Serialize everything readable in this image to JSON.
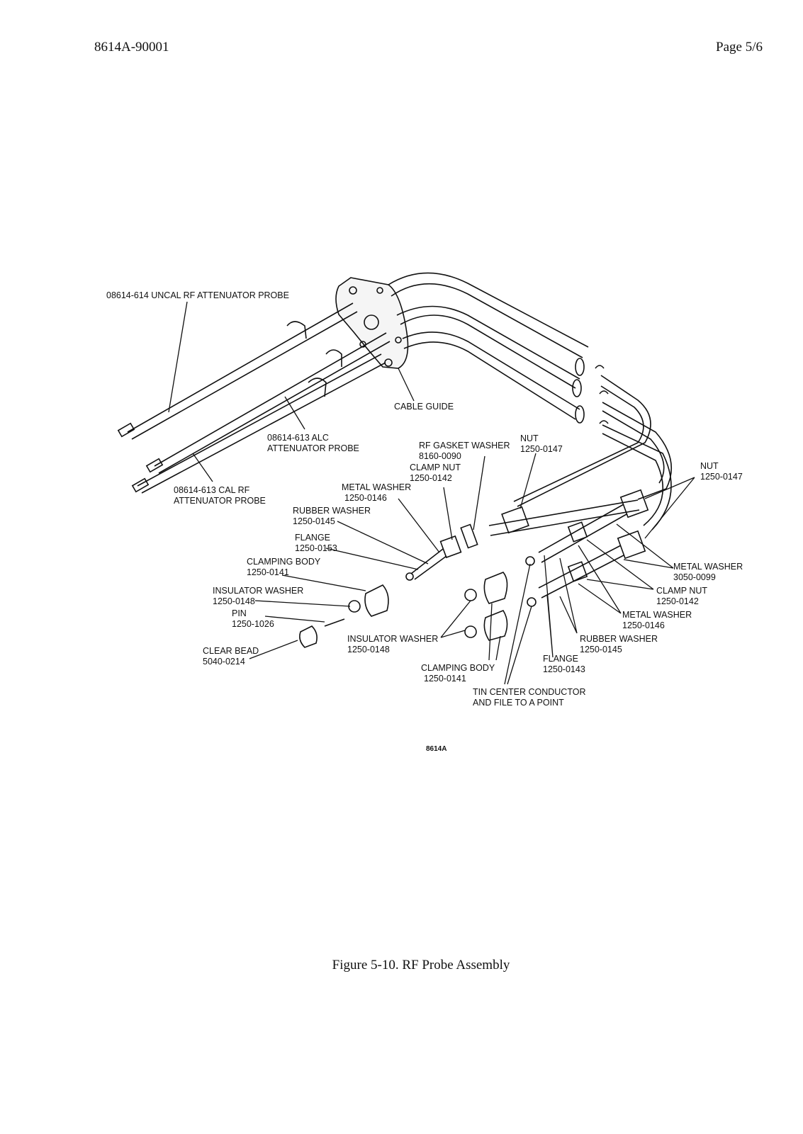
{
  "header": {
    "doc_number": "8614A-90001",
    "page": "Page 5/6"
  },
  "figure": {
    "labels": {
      "uncal_probe": "08614-614 UNCAL RF ATTENUATOR PROBE",
      "cable_guide": "CABLE GUIDE",
      "alc_probe_1": "08614-613 ALC",
      "alc_probe_2": "ATTENUATOR PROBE",
      "cal_probe_1": "08614-613 CAL RF",
      "cal_probe_2": "ATTENUATOR PROBE",
      "rf_gasket_1": "RF GASKET WASHER",
      "rf_gasket_2": "8160-0090",
      "nut_a_1": "NUT",
      "nut_a_2": "1250-0147",
      "nut_b_1": "NUT",
      "nut_b_2": "1250-0147",
      "clamp_nut_a_1": "CLAMP NUT",
      "clamp_nut_a_2": "1250-0142",
      "metal_washer_a_1": "METAL WASHER",
      "metal_washer_a_2": "1250-0146",
      "rubber_washer_a_1": "RUBBER WASHER",
      "rubber_washer_a_2": "1250-0145",
      "flange_a_1": "FLANGE",
      "flange_a_2": "1250-0153",
      "clamping_body_a_1": "CLAMPING BODY",
      "clamping_body_a_2": "1250-0141",
      "insulator_washer_a_1": "INSULATOR WASHER",
      "insulator_washer_a_2": "1250-0148",
      "pin_1": "PIN",
      "pin_2": "1250-1026",
      "clear_bead_1": "CLEAR BEAD",
      "clear_bead_2": "5040-0214",
      "insulator_washer_b_1": "INSULATOR WASHER",
      "insulator_washer_b_2": "1250-0148",
      "clamping_body_b_1": "CLAMPING BODY",
      "clamping_body_b_2": "1250-0141",
      "metal_washer_b_1": "METAL WASHER",
      "metal_washer_b_2": "3050-0099",
      "clamp_nut_b_1": "CLAMP NUT",
      "clamp_nut_b_2": "1250-0142",
      "metal_washer_c_1": "METAL WASHER",
      "metal_washer_c_2": "1250-0146",
      "rubber_washer_b_1": "RUBBER WASHER",
      "rubber_washer_b_2": "1250-0145",
      "flange_b_1": "FLANGE",
      "flange_b_2": "1250-0143",
      "tin_center_1": "TIN CENTER CONDUCTOR",
      "tin_center_2": "AND FILE TO A POINT",
      "model_mark": "8614A"
    }
  },
  "caption": "Figure 5-10.  RF Probe Assembly"
}
